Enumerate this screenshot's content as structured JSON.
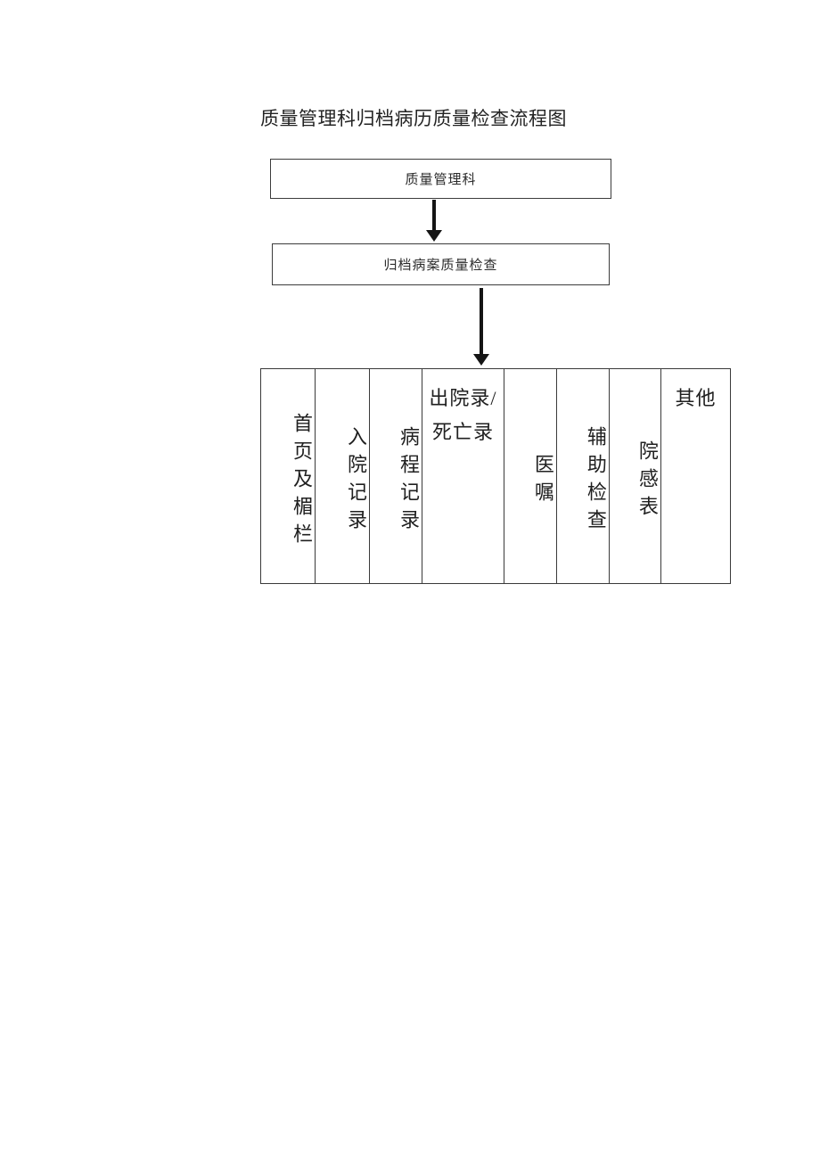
{
  "document": {
    "title": "质量管理科归档病历质量检查流程图"
  },
  "flow": {
    "boxes": [
      {
        "id": "quality-dept",
        "label": "质量管理科"
      },
      {
        "id": "archive-check",
        "label": "归档病案质量检查"
      }
    ],
    "arrows": [
      {
        "id": "dept-to-check",
        "direction": "down"
      },
      {
        "id": "check-to-table",
        "direction": "down"
      }
    ]
  },
  "category_table": {
    "columns": [
      {
        "id": "cover-header",
        "label": "首页及楣栏",
        "orientation": "vertical"
      },
      {
        "id": "admission",
        "label": "入院记录",
        "orientation": "vertical"
      },
      {
        "id": "course-record",
        "label": "病程记录",
        "orientation": "vertical"
      },
      {
        "id": "discharge-death",
        "label": "出院录/死亡录",
        "orientation": "horizontal"
      },
      {
        "id": "orders",
        "label": "医嘱",
        "orientation": "vertical"
      },
      {
        "id": "auxiliary-exam",
        "label": "辅助检查",
        "orientation": "vertical"
      },
      {
        "id": "infection-form",
        "label": "院感表",
        "orientation": "vertical"
      },
      {
        "id": "other",
        "label": "其他",
        "orientation": "horizontal"
      }
    ]
  },
  "colors": {
    "page_background": "#ffffff",
    "line": "#3a3a3a",
    "text": "#202020",
    "arrow": "#151515"
  }
}
